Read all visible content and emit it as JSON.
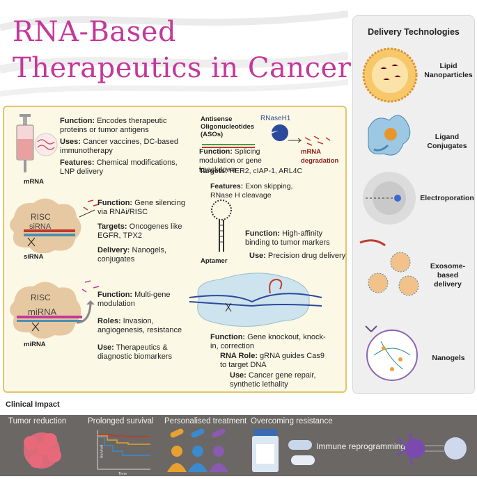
{
  "title": {
    "line1": "RNA-Based",
    "line2": "Therapeutics in Cancer"
  },
  "mrna": {
    "label": "mRNA",
    "function_key": "Function:",
    "function_val": " Encodes therapeutic proteins or tumor antigens",
    "uses_key": "Uses:",
    "uses_val": " Cancer vaccines, DC-based immunotherapy",
    "features_key": "Features:",
    "features_val": " Chemical modifications, LNP delivery"
  },
  "aso": {
    "label": "Antisense Oligonucleotides (ASOs)",
    "enzyme": "RNaseH1",
    "degradation": "mRNA degradation",
    "function_key": "Function:",
    "function_val": " Splicing modulation or gene knockdown",
    "targets_key": "Targets:",
    "targets_val": " HER2, cIAP-1, ARL4C",
    "features_key": "Features:",
    "features_val": " Exon skipping, RNase H cleavage"
  },
  "sirna": {
    "label": "siRNA",
    "risc": "RISC",
    "inner": "siRNA",
    "function_key": "Function:",
    "function_val": " Gene silencing via RNAi/RISC",
    "targets_key": "Targets:",
    "targets_val": " Oncogenes like EGFR, TPX2",
    "delivery_key": "Delivery:",
    "delivery_val": " Nanogels, conjugates"
  },
  "aptamer": {
    "label": "Aptamer",
    "function_key": "Function:",
    "function_val": " High-affinity binding to tumor markers",
    "use_key": "Use:",
    "use_val": " Precision drug delivery"
  },
  "mirna": {
    "label": "miRNA",
    "risc": "RISC",
    "inner": "miRNA",
    "function_key": "Function:",
    "function_val": " Multi-gene modulation",
    "roles_key": "Roles:",
    "roles_val": " Invasion, angiogenesis, resistance",
    "use_key": "Use:",
    "use_val": " Therapeutics & diagnostic biomarkers"
  },
  "crispr": {
    "function_key": "Function:",
    "function_val": " Gene knockout, knock-in, correction",
    "role_key": "RNA Role:",
    "role_val": " gRNA guides Cas9 to target DNA",
    "use_key": "Use:",
    "use_val": " Cancer gene repair, synthetic lethality"
  },
  "delivery": {
    "title": "Delivery Technologies",
    "items": [
      {
        "label": "Lipid Nanoparticles"
      },
      {
        "label": "Ligand Conjugates"
      },
      {
        "label": "Electroporation"
      },
      {
        "label": "Exosome-based delivery"
      },
      {
        "label": "Nanogels"
      }
    ]
  },
  "clinical": {
    "title": "Clinical Impact",
    "items": [
      {
        "label": "Tumor reduction"
      },
      {
        "label": "Prolonged survival"
      },
      {
        "label": "Personalised treatment"
      },
      {
        "label": "Overcoming resistance"
      },
      {
        "label": "Immune reprogramming"
      }
    ],
    "plot_ylabel": "Survival",
    "plot_xlabel": "Time"
  },
  "colors": {
    "title": "#c4389a",
    "panel_border": "#e3c46a",
    "panel_bg": "#fbf8e6",
    "band": "#6b6765",
    "lipid": "#f2a23c",
    "accent_red": "#c0392b"
  }
}
